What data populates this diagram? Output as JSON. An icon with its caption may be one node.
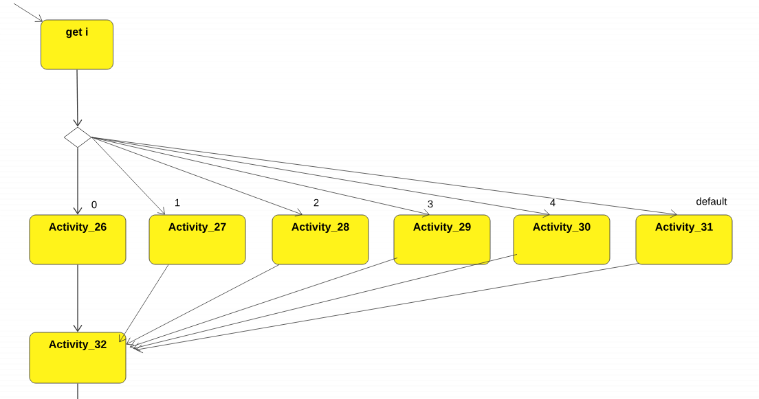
{
  "diagram": {
    "nodes": [
      {
        "text": [
          "get i"
        ]
      },
      {
        "text": [],
        "shape": "diamond"
      },
      {
        "text": [
          "Activity_26"
        ]
      },
      {
        "text": [
          "Activity_27"
        ]
      },
      {
        "text": [
          "Activity_28"
        ]
      },
      {
        "text": [
          "Activity_29"
        ]
      },
      {
        "text": [
          "Activity_30"
        ]
      },
      {
        "text": [
          "Activity_31"
        ]
      },
      {
        "text": [
          "Activity_32"
        ]
      }
    ],
    "edges": [
      {
        "from": null,
        "to": 0,
        "arrow": "to"
      },
      {
        "from": 0,
        "to": 1,
        "arrow": "to"
      },
      {
        "from": 1,
        "to": 2,
        "arrow": "to",
        "label": "0"
      },
      {
        "from": 1,
        "to": 3,
        "arrow": "to",
        "label": "1"
      },
      {
        "from": 1,
        "to": 4,
        "arrow": "to",
        "label": "2"
      },
      {
        "from": 1,
        "to": 5,
        "arrow": "to",
        "label": "3"
      },
      {
        "from": 1,
        "to": 6,
        "arrow": "to",
        "label": "4"
      },
      {
        "from": 1,
        "to": 7,
        "arrow": "to",
        "label": "default"
      },
      {
        "from": 2,
        "to": 8,
        "arrow": "to"
      },
      {
        "from": 3,
        "to": 8,
        "arrow": "to"
      },
      {
        "from": 4,
        "to": 8,
        "arrow": "to"
      },
      {
        "from": 5,
        "to": 8,
        "arrow": "to"
      },
      {
        "from": 6,
        "to": 8,
        "arrow": "to"
      },
      {
        "from": 7,
        "to": 8,
        "arrow": "to"
      },
      {
        "from": 8,
        "to": null,
        "arrow": "none"
      }
    ]
  }
}
